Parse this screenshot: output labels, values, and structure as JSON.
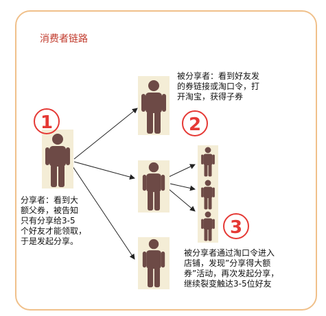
{
  "title": "消费者链路",
  "steps": [
    {
      "number": "1",
      "text_lines": [
        "分享者：看到大",
        "额父券，被告知",
        "只有分享给3-5",
        "个好友才能领取，",
        "于是发起分享。"
      ]
    },
    {
      "number": "2",
      "text_lines": [
        "被分享者：看到好友发",
        "的券链接或淘口令，打",
        "开淘宝，获得子券"
      ]
    },
    {
      "number": "3",
      "text_lines": [
        "被分享者通过淘口令进入",
        "店铺，发现”分享得大额",
        "券”活动，再次发起分享，",
        "继续裂变触达3-5位好友"
      ]
    }
  ],
  "colors": {
    "accent": "#e53935",
    "person": "#6d4a46",
    "figure_bg": "#f4edd6",
    "border": "#f0c08a"
  }
}
